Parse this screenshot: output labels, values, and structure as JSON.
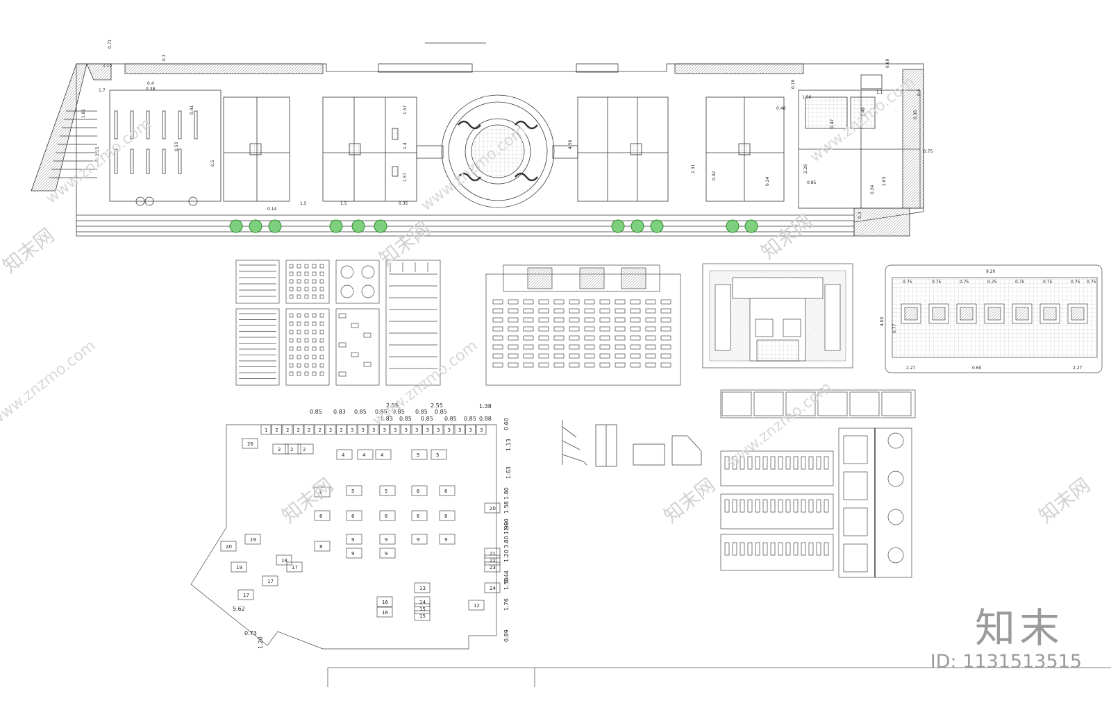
{
  "watermark": {
    "brand": "知末网",
    "url": "www.znzmo.com"
  },
  "brand": {
    "logo_text": "知末",
    "id_label": "ID: 1131513515"
  },
  "master_plan_dims": [
    "0.71",
    "1.15",
    "0.3",
    "0.38",
    "0.4",
    "1.7",
    "0.41",
    "0.53",
    "0.5",
    "2.15",
    "1.81",
    "1.57",
    "1.4",
    "1.57",
    "0.14",
    "1.5",
    "1.5",
    "0.35",
    "4.58",
    "2.31",
    "0.32",
    "0.24",
    "0.3",
    "0.48",
    "0.19",
    "1.56",
    "0.69",
    "1.1",
    "0.4",
    "1.49",
    "0.47",
    "0.85",
    "2.29",
    "2.03",
    "0.36",
    "0.75",
    "0.24"
  ],
  "shelving_dims": [
    "2.55",
    "0.85",
    "0.83",
    "0.85",
    "0.85",
    "0.85",
    "0.85",
    "0.85",
    "0.83",
    "0.85",
    "0.85",
    "2.55",
    "0.85",
    "0.85",
    "0.88",
    "1.38",
    "0.60",
    "1.13",
    "1.63",
    "1.80",
    "1.90",
    "1.58",
    "3.80",
    "1.20",
    "1.90",
    "0.44",
    "1.50",
    "1.76",
    "0.89",
    "1.20",
    "0.73",
    "5.62"
  ],
  "stall_numbers_top": [
    "1",
    "2",
    "2",
    "2",
    "2",
    "2",
    "2",
    "2",
    "3",
    "3",
    "3",
    "3",
    "3",
    "3",
    "3",
    "3",
    "3",
    "3",
    "3",
    "3",
    "3"
  ],
  "stall_numbers_inner": [
    "26",
    "2",
    "2",
    "2",
    "4",
    "4",
    "4",
    "5",
    "5",
    "5",
    "5",
    "6",
    "6",
    "6",
    "6",
    "6",
    "6",
    "6",
    "8",
    "8",
    "9",
    "9",
    "9",
    "9",
    "9",
    "9",
    "20",
    "21",
    "22",
    "23",
    "24",
    "12",
    "13",
    "14",
    "15",
    "16",
    "17",
    "17",
    "17",
    "18",
    "19",
    "19",
    "20",
    "15",
    "16"
  ],
  "detail_plan_dims": [
    "9.20",
    "0.75",
    "0.75",
    "0.75",
    "0.75",
    "0.75",
    "0.75",
    "0.75",
    "0.75",
    "0.77",
    "0.60",
    "4.00",
    "2.27",
    "2.27"
  ]
}
